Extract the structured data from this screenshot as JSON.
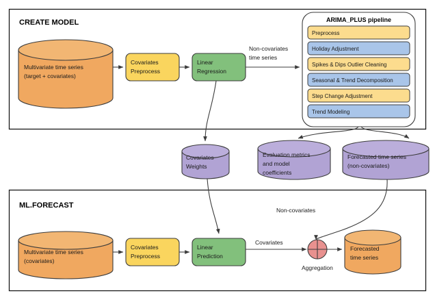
{
  "diagram": {
    "title_create_model": "CREATE MODEL",
    "title_ml_forecast": "ML.FORECAST"
  },
  "colors": {
    "orange": "#F0A860",
    "orange_top": "#F2B673",
    "yellow": "#FAD55E",
    "green": "#82C07C",
    "purple": "#B1A3D4",
    "purple_top": "#BBAEDB",
    "pink": "#E8918F",
    "pipeline_yellow": "#FCDC8E",
    "pipeline_blue": "#A9C5E9",
    "stroke": "#3c3c3c"
  },
  "create_model": {
    "source_cylinder": {
      "line1": "Multivariate time series",
      "line2": "(target + covariates)"
    },
    "preprocess_box": {
      "line1": "Covariates",
      "line2": "Preprocess"
    },
    "linear_box": {
      "line1": "Linear",
      "line2": "Regression"
    },
    "edge_label": {
      "line1": "Non-covariates",
      "line2": "time series"
    }
  },
  "pipeline": {
    "title": "ARIMA_PLUS pipeline",
    "steps": [
      {
        "label": "Preprocess",
        "color": "yellow"
      },
      {
        "label": "Holiday Adjustment",
        "color": "blue"
      },
      {
        "label": "Spikes & Dips Outlier Cleaning",
        "color": "yellow"
      },
      {
        "label": "Seasonal & Trend Decomposition",
        "color": "blue"
      },
      {
        "label": "Step Change Adjustment",
        "color": "yellow"
      },
      {
        "label": "Trend Modeling",
        "color": "blue"
      }
    ]
  },
  "artifacts": {
    "covariates_weights": {
      "line1": "Covariates",
      "line2": "Weights"
    },
    "evaluation_metrics": {
      "line1": "Evaluation metrics",
      "line2": "and model",
      "line3": "coefficients"
    },
    "forecasted_noncov": {
      "line1": "Forecasted time series",
      "line2": "(non-covariates)"
    }
  },
  "ml_forecast": {
    "source_cylinder": {
      "line1": "Multivariate time series",
      "line2": "(covariates)"
    },
    "preprocess_box": {
      "line1": "Covariates",
      "line2": "Preprocess"
    },
    "linear_box": {
      "line1": "Linear",
      "line2": "Prediction"
    },
    "edge_label_covariates": "Covariates",
    "edge_label_noncovariates": "Non-covariates",
    "aggregation_label": "Aggregation",
    "output_cylinder": {
      "line1": "Forecasted",
      "line2": "time series"
    }
  }
}
